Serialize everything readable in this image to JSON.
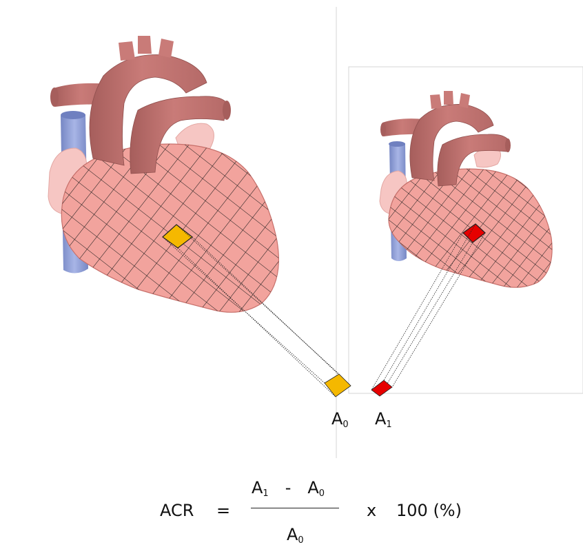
{
  "labels": {
    "a0": {
      "base": "A",
      "sub": "0"
    },
    "a1": {
      "base": "A",
      "sub": "1"
    }
  },
  "formula": {
    "lhs": "ACR",
    "equals": "=",
    "numerator": {
      "left": "A",
      "left_sub": "1",
      "op": "-",
      "right": "A",
      "right_sub": "0"
    },
    "denominator": {
      "base": "A",
      "sub": "0"
    },
    "times": "x",
    "factor": "100 (%)"
  },
  "colors": {
    "ventricle": "#f2a39d",
    "ventricle_shade": "#e8847e",
    "aorta": "#c97b78",
    "aorta_shade": "#a65e5c",
    "atrium": "#f6c6c3",
    "vena_cava": "#8f9fd6",
    "mesh": "#1a1a1a",
    "patch_reference": "#f5b800",
    "patch_deformed": "#e60000",
    "frame": "#d4d4d4"
  },
  "icons": [
    "heart-illustration-reference",
    "heart-illustration-deformed"
  ]
}
